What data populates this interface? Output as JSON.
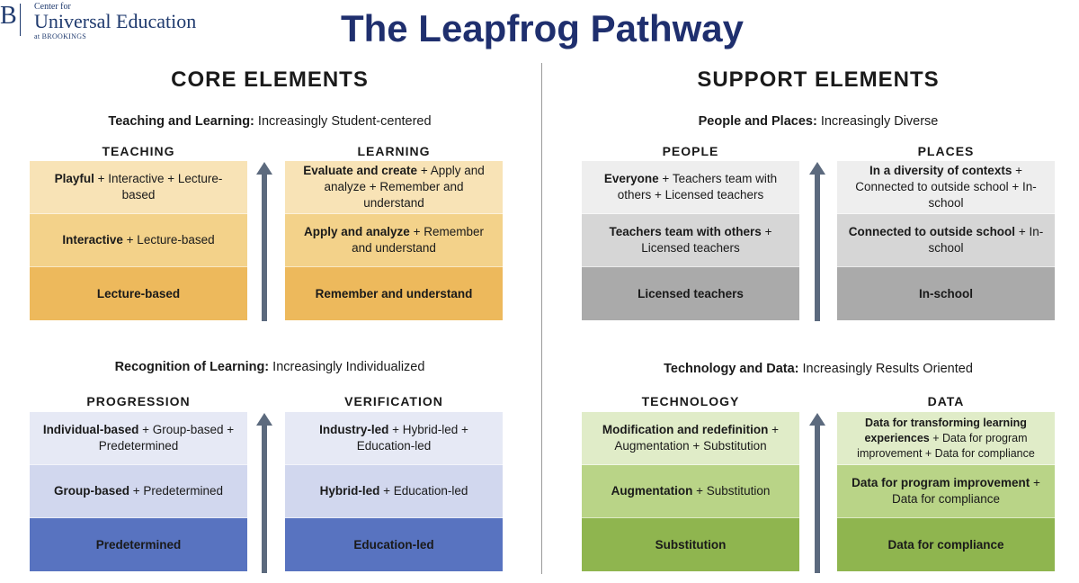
{
  "logo": {
    "mark": "B",
    "line1": "Center for",
    "line2": "Universal Education",
    "line3": "at BROOKINGS"
  },
  "title": "The Leapfrog Pathway",
  "core": {
    "title": "CORE ELEMENTS",
    "teaching_learning": {
      "heading_bold": "Teaching and Learning:",
      "heading_rest": " Increasingly Student-centered",
      "teaching": {
        "label": "TEACHING",
        "cells": [
          {
            "bold": "Playful",
            "rest": " + Interactive + Lecture-based"
          },
          {
            "bold": "Interactive",
            "rest": " + Lecture-based"
          },
          {
            "bold": "Lecture-based",
            "rest": ""
          }
        ]
      },
      "learning": {
        "label": "LEARNING",
        "cells": [
          {
            "bold": "Evaluate and create",
            "rest": " + Apply and analyze + Remember and understand"
          },
          {
            "bold": "Apply and analyze",
            "rest": " + Remember and understand"
          },
          {
            "bold": "Remember and understand",
            "rest": ""
          }
        ]
      }
    },
    "recognition": {
      "heading_bold": "Recognition of Learning:",
      "heading_rest": " Increasingly Individualized",
      "progression": {
        "label": "PROGRESSION",
        "cells": [
          {
            "bold": "Individual-based",
            "rest": " + Group-based + Predetermined"
          },
          {
            "bold": "Group-based",
            "rest": " + Predetermined"
          },
          {
            "bold": "Predetermined",
            "rest": ""
          }
        ]
      },
      "verification": {
        "label": "VERIFICATION",
        "cells": [
          {
            "bold": "Industry-led",
            "rest": " + Hybrid-led + Education-led"
          },
          {
            "bold": "Hybrid-led",
            "rest": " + Education-led"
          },
          {
            "bold": "Education-led",
            "rest": ""
          }
        ]
      }
    }
  },
  "support": {
    "title": "SUPPORT ELEMENTS",
    "people_places": {
      "heading_bold": "People and Places:",
      "heading_rest": " Increasingly Diverse",
      "people": {
        "label": "PEOPLE",
        "cells": [
          {
            "bold": "Everyone",
            "rest": " + Teachers team with others + Licensed teachers"
          },
          {
            "bold": "Teachers team with others",
            "rest": " + Licensed teachers"
          },
          {
            "bold": "Licensed teachers",
            "rest": ""
          }
        ]
      },
      "places": {
        "label": "PLACES",
        "cells": [
          {
            "bold": "In a diversity of contexts",
            "rest": " + Connected to outside school + In-school"
          },
          {
            "bold": "Connected to outside school",
            "rest": " + In-school"
          },
          {
            "bold": "In-school",
            "rest": ""
          }
        ]
      }
    },
    "tech_data": {
      "heading_bold": "Technology and Data:",
      "heading_rest": " Increasingly Results Oriented",
      "technology": {
        "label": "TECHNOLOGY",
        "cells": [
          {
            "bold": "Modification and redefinition",
            "rest": " + Augmentation + Substitution"
          },
          {
            "bold": "Augmentation",
            "rest": " + Substitution"
          },
          {
            "bold": "Substitution",
            "rest": ""
          }
        ]
      },
      "data": {
        "label": "DATA",
        "cells": [
          {
            "bold": "Data for transforming learning experiences",
            "rest": " + Data for program improvement + Data for compliance"
          },
          {
            "bold": "Data for program improvement",
            "rest": " + Data for compliance"
          },
          {
            "bold": "Data for compliance",
            "rest": ""
          }
        ]
      }
    }
  },
  "colors": {
    "title": "#1f2f6e",
    "arrow": "#5c6a7e",
    "orange": [
      "#f8e3b6",
      "#f3d28a",
      "#edb95c"
    ],
    "gray": [
      "#eeeeee",
      "#d6d6d6",
      "#aaaaaa"
    ],
    "blue": [
      "#e6e9f5",
      "#d1d7ee",
      "#5873c0"
    ],
    "green": [
      "#e0ecc8",
      "#b9d487",
      "#8fb54f"
    ]
  }
}
